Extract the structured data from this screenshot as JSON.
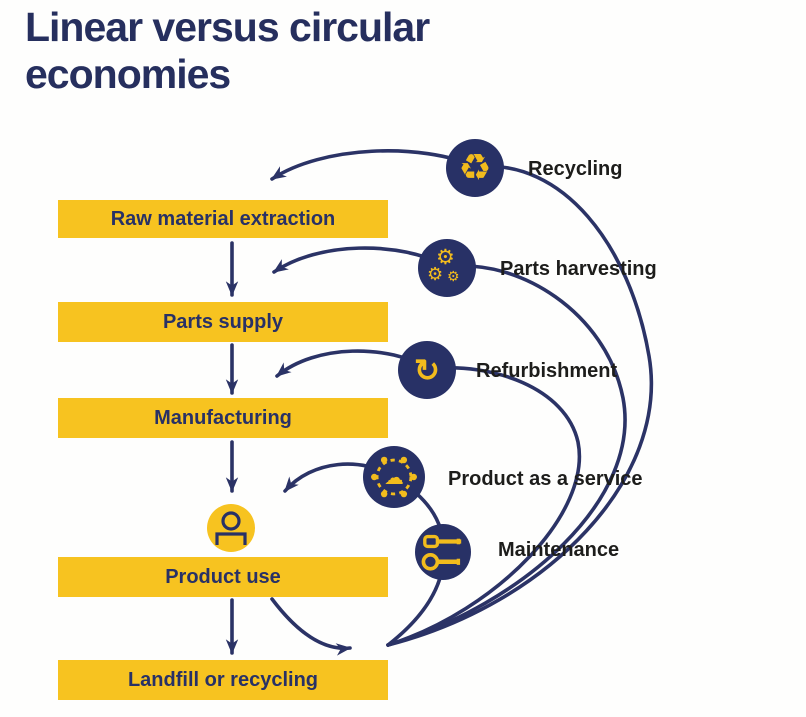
{
  "title": {
    "line1": "Linear versus circular",
    "line2": "economies"
  },
  "colors": {
    "navy": "#283166",
    "yellow": "#f7c320",
    "label_text": "#1d1d1b"
  },
  "stages": [
    {
      "label": "Raw material extraction"
    },
    {
      "label": "Parts supply"
    },
    {
      "label": "Manufacturing"
    },
    {
      "label": "Product use"
    },
    {
      "label": "Landfill or recycling"
    }
  ],
  "loops": [
    {
      "label": "Recycling"
    },
    {
      "label": "Parts harvesting"
    },
    {
      "label": "Refurbishment"
    },
    {
      "label": "Product as a service"
    },
    {
      "label": "Maintenance"
    }
  ],
  "glyphs": {
    "recycling": "♻",
    "gear": "⚙",
    "refresh": "↻",
    "cloud": "☁"
  }
}
